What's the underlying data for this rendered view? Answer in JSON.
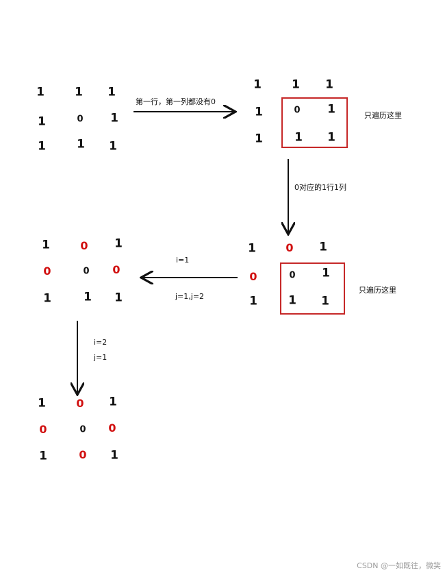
{
  "labels": {
    "arrow1": "第一行，第一列都没有0",
    "only_here_1": "只遍历这里",
    "arrow2": "0对应的1行1列",
    "only_here_2": "只遍历这里",
    "i_eq_1": "i=1",
    "j_eq_1_2": "j=1,j=2",
    "i_eq_2": "i=2",
    "j_eq_1": "j=1"
  },
  "matrices": {
    "m1": [
      [
        "1",
        "1",
        "1"
      ],
      [
        "1",
        "0",
        "1"
      ],
      [
        "1",
        "1",
        "1"
      ]
    ],
    "m2": [
      [
        "1",
        "1",
        "1"
      ],
      [
        "1",
        "0",
        "1"
      ],
      [
        "1",
        "1",
        "1"
      ]
    ],
    "m3": [
      [
        "1",
        "0",
        "1"
      ],
      [
        "0",
        "0",
        "1"
      ],
      [
        "1",
        "1",
        "1"
      ]
    ],
    "m4": [
      [
        "1",
        "0",
        "1"
      ],
      [
        "0",
        "0",
        "0"
      ],
      [
        "1",
        "1",
        "1"
      ]
    ],
    "m5": [
      [
        "1",
        "0",
        "1"
      ],
      [
        "0",
        "0",
        "0"
      ],
      [
        "1",
        "0",
        "1"
      ]
    ]
  },
  "colors": {
    "highlight_red": "#d11010",
    "box_red": "#c62828",
    "ink": "#111111"
  },
  "watermark": "CSDN @一如既往，微笑"
}
